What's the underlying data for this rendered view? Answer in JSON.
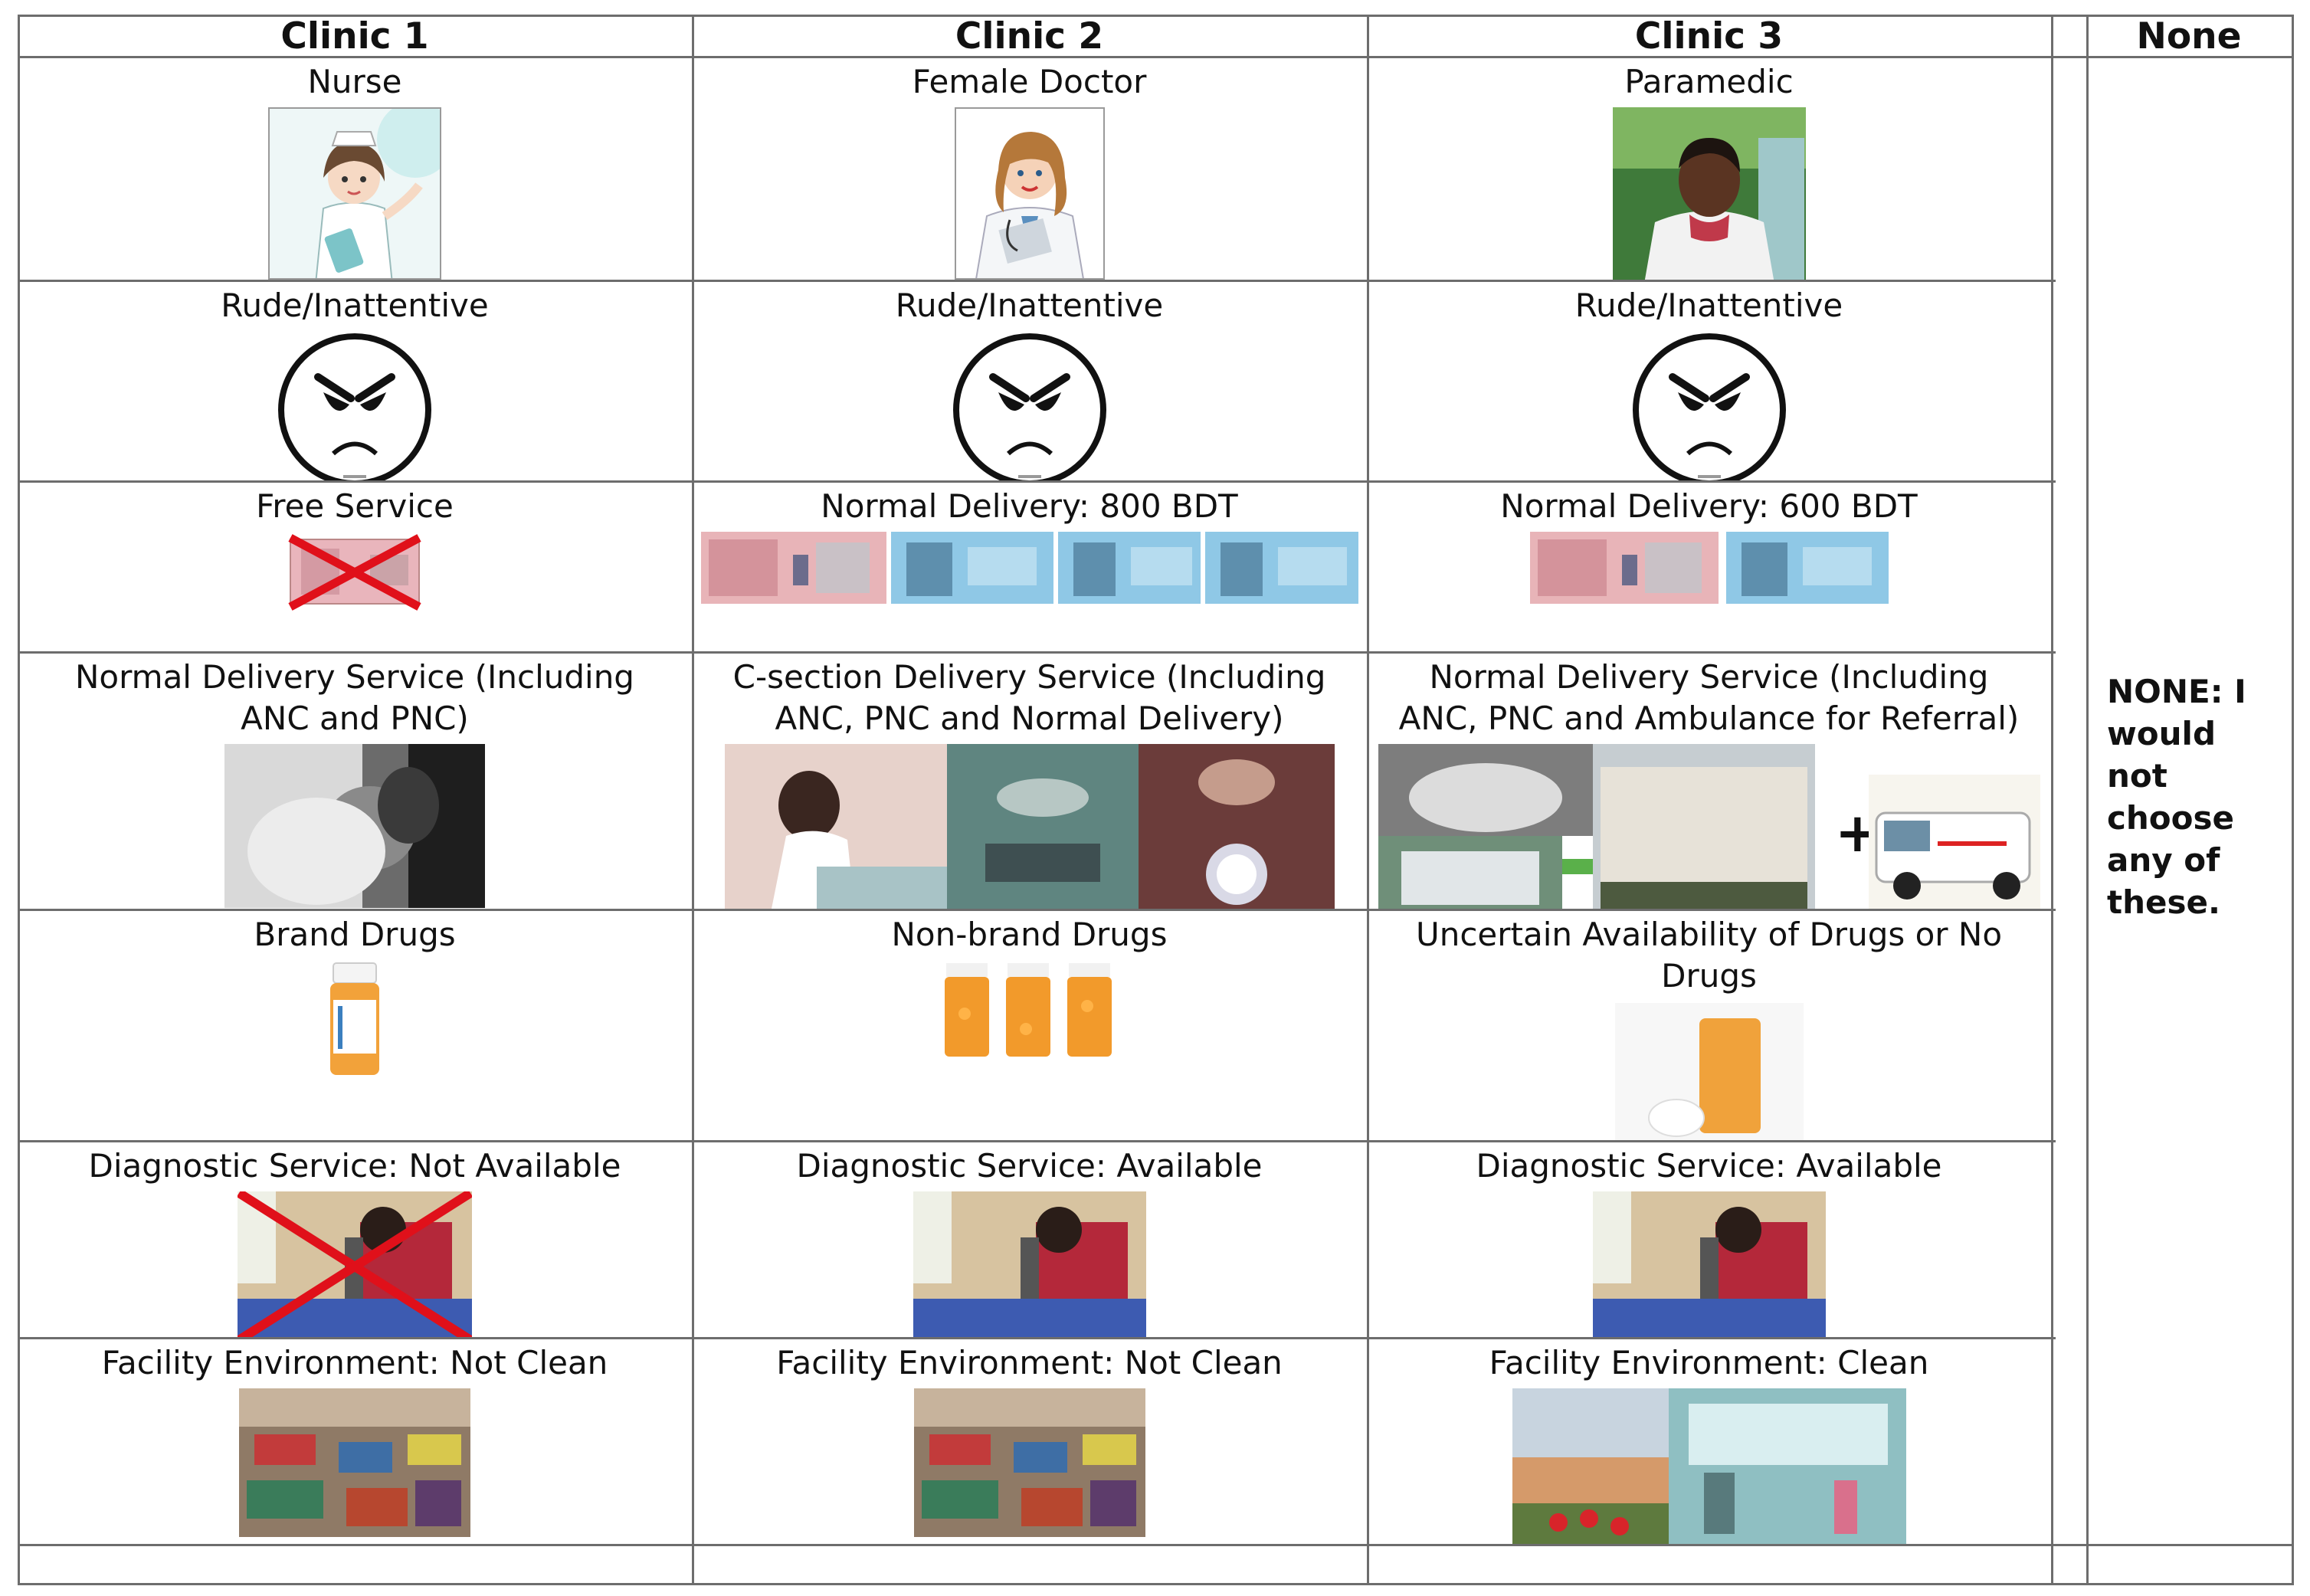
{
  "headers": [
    "Clinic 1",
    "Clinic 2",
    "Clinic 3",
    "None"
  ],
  "rows": [
    {
      "labels": [
        "Nurse",
        "Female Doctor",
        "Paramedic"
      ]
    },
    {
      "labels": [
        "Rude/Inattentive",
        "Rude/Inattentive",
        "Rude/Inattentive"
      ]
    },
    {
      "labels": [
        "Free Service",
        "Normal Delivery: 800 BDT",
        "Normal Delivery: 600 BDT"
      ]
    },
    {
      "labels": [
        [
          "Normal Delivery Service (Including",
          "ANC and PNC)"
        ],
        [
          "C-section Delivery Service (Including",
          "ANC, PNC and Normal Delivery)"
        ],
        [
          "Normal Delivery Service (Including",
          "ANC, PNC and Ambulance for Referral)"
        ]
      ]
    },
    {
      "labels": [
        [
          "Brand Drugs"
        ],
        [
          "Non-brand Drugs"
        ],
        [
          "Uncertain Availability of Drugs or No",
          "Drugs"
        ]
      ]
    },
    {
      "labels": [
        "Diagnostic Service: Not Available",
        "Diagnostic Service: Available",
        "Diagnostic Service: Available"
      ]
    },
    {
      "labels": [
        "Facility Environment: Not Clean",
        "Facility Environment: Not Clean",
        "Facility Environment: Clean"
      ]
    }
  ],
  "none_text": [
    "NONE: I",
    "would",
    "not",
    "choose",
    "any of",
    "these."
  ]
}
